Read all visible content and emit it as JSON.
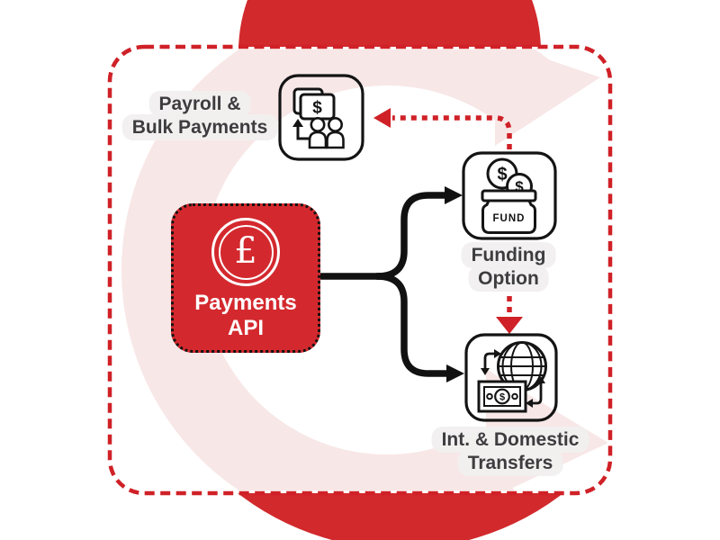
{
  "colors": {
    "logo_red": "#d2292c",
    "api_box_red": "#d3292e",
    "dashed_border_red": "#cf2127",
    "dotted_arrow_red": "#cf2127",
    "light_pink": "#f8e7e7",
    "icon_ink": "#141414",
    "label_text": "#3d3d3f",
    "label_pill_bg": "#f1efef",
    "arrow_black": "#111111"
  },
  "diagram": {
    "api": {
      "line1": "Payments",
      "line2": "API",
      "coin_symbol": "£",
      "icon": "pound-coin-icon"
    },
    "payroll": {
      "line1": "Payroll &",
      "line2": "Bulk Payments",
      "card_symbol": "$",
      "icon": "bulk-payments-icon"
    },
    "funding": {
      "line1": "Funding",
      "line2": "Option",
      "jar_label": "FUND",
      "coin1_symbol": "$",
      "coin2_symbol": "$",
      "icon": "fund-jar-icon"
    },
    "transfers": {
      "line1": "Int. & Domestic",
      "line2": "Transfers",
      "note_symbol": "$",
      "icon": "global-transfers-icon"
    }
  }
}
